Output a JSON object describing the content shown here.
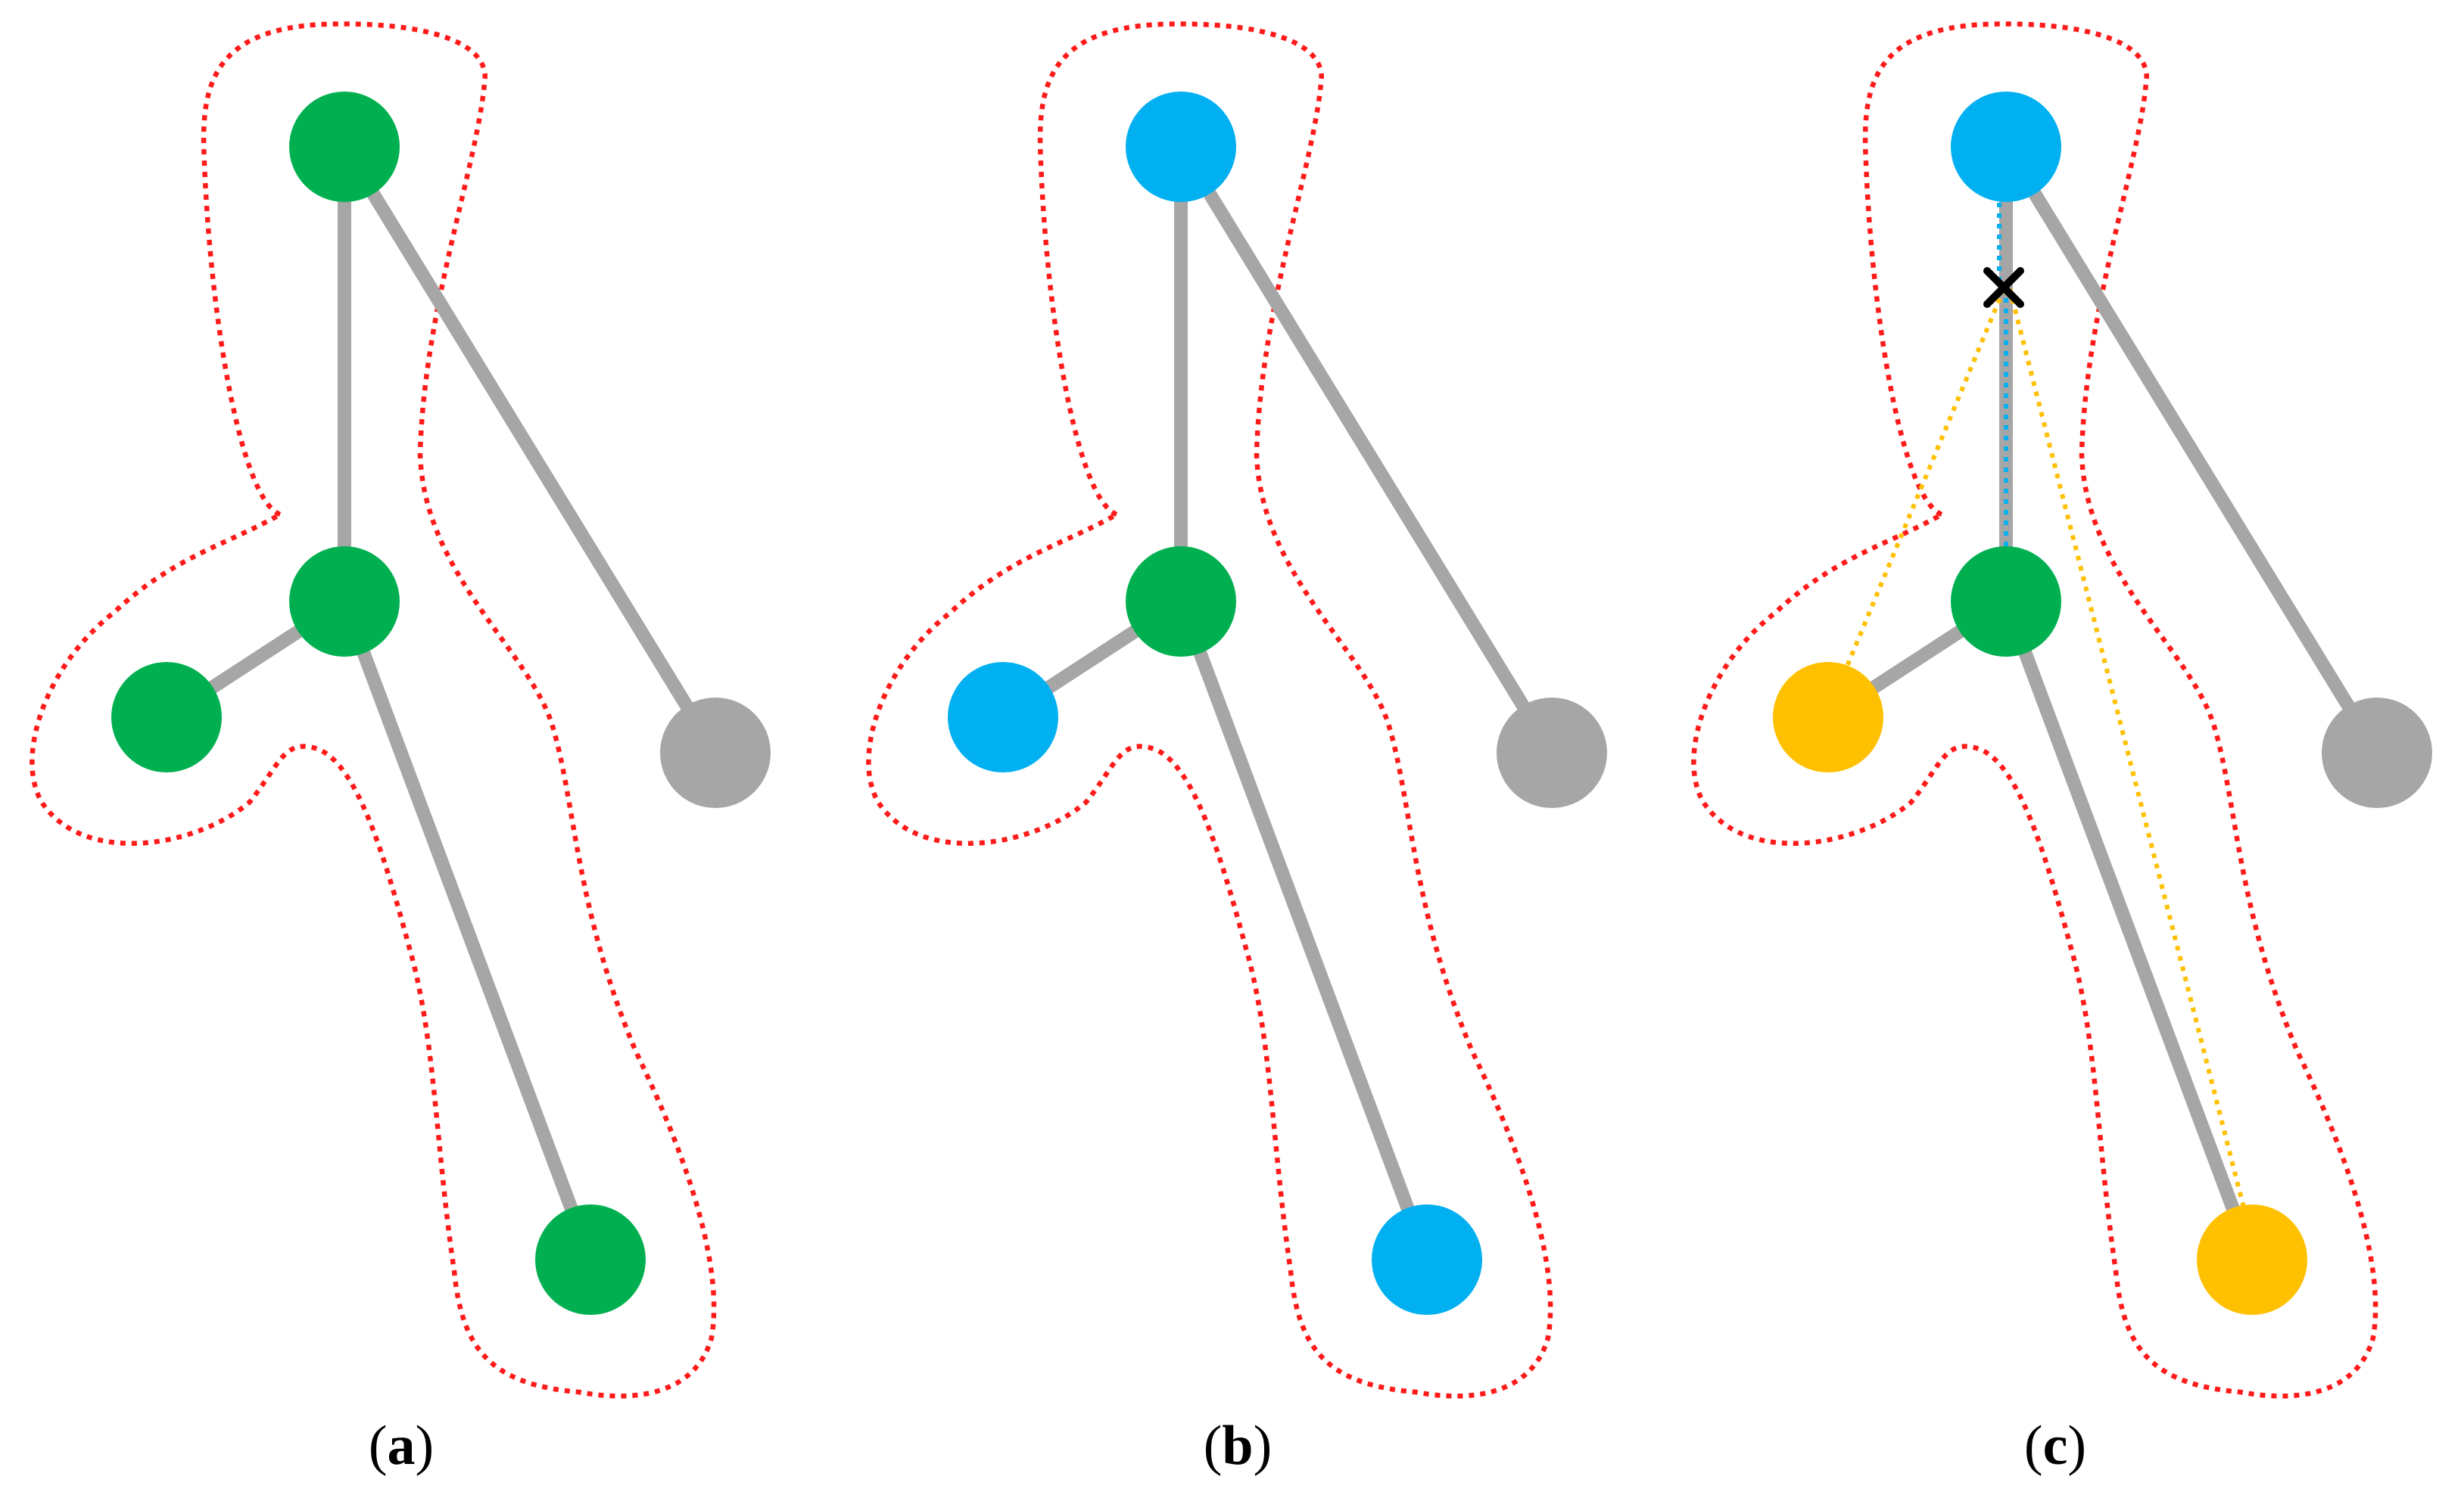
{
  "colors": {
    "green": "#00b050",
    "blue": "#00b0f0",
    "yellow": "#ffc000",
    "gray": "#a6a6a6",
    "boundary": "#ff1a1a",
    "marker": "#000000"
  },
  "panels": [
    {
      "id": "a",
      "label_open": "(",
      "label_letter": "a",
      "label_close": ")",
      "node_colors": {
        "top": "green",
        "center": "green",
        "left": "green",
        "bottom": "green",
        "outside": "gray"
      },
      "marker": "none"
    },
    {
      "id": "b",
      "label_open": "(",
      "label_letter": "b",
      "label_close": ")",
      "node_colors": {
        "top": "blue",
        "center": "green",
        "left": "blue",
        "bottom": "blue",
        "outside": "gray"
      },
      "marker": "none"
    },
    {
      "id": "c",
      "label_open": "(",
      "label_letter": "c",
      "label_close": ")",
      "node_colors": {
        "top": "blue",
        "center": "green",
        "left": "yellow",
        "bottom": "yellow",
        "outside": "gray"
      },
      "marker": "cross-icon",
      "dotted_links": "yellow"
    }
  ]
}
